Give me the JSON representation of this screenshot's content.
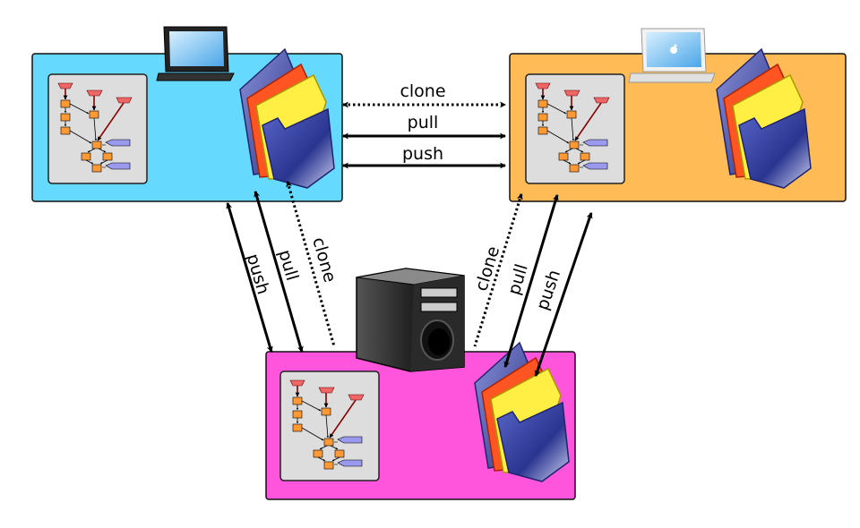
{
  "colors": {
    "left_node": "#66d9ff",
    "right_node": "#ffbb55",
    "server_node": "#ff55dd",
    "panel": "#dddddd",
    "branch_tag": "#ee6666",
    "commit": "#ff9933",
    "version_tag": "#9999ee"
  },
  "icons": {
    "left_device": "laptop-icon",
    "right_device": "apple-laptop-icon",
    "server_device": "server-tower-icon",
    "repository": "folder-stack-icon"
  },
  "edges": {
    "top_clone": "clone",
    "top_pull": "pull",
    "top_push": "push",
    "left_push": "push",
    "left_pull": "pull",
    "left_clone": "clone",
    "right_clone": "clone",
    "right_pull": "pull",
    "right_push": "push"
  }
}
